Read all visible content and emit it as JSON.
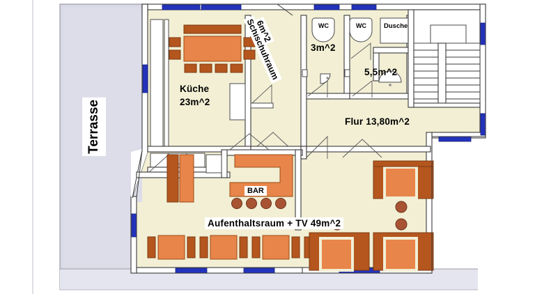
{
  "document": {
    "kind": "floor-plan",
    "language": "de",
    "title": "Grundriss Erdgeschoss"
  },
  "palette": {
    "paper": "#ffffff",
    "terrace_fill": "#d9dae6",
    "room_fill": "#f2efd5",
    "wall_stroke": "#3a3a3a",
    "wall_fill": "#ffffff",
    "window_blue": "#2433bc",
    "furniture_orange": "#e8854a",
    "furniture_dark": "#b4561e",
    "stool_brown": "#a85434",
    "stair_line": "#3a3a3a",
    "label_box": "#ffffff",
    "text": "#000000"
  },
  "rooms": [
    {
      "id": "terrasse",
      "name": "Terrasse",
      "area": "",
      "label": "Terrasse",
      "orientation": "vertical"
    },
    {
      "id": "kueche",
      "name": "Küche",
      "area": "23m^2",
      "label_line1": "Küche",
      "label_line2": "23m^2"
    },
    {
      "id": "schischuhraum",
      "name": "Schischuhraum",
      "area": "6m^2",
      "label_line1": "Schischuhraum",
      "label_line2": "6m^2",
      "orientation": "diagonal"
    },
    {
      "id": "wc1",
      "name": "WC",
      "area": "3m^2",
      "label": "3m^2"
    },
    {
      "id": "bad",
      "name": "Dusche",
      "area": "5,5m^2",
      "label": "5,5m^2"
    },
    {
      "id": "flur",
      "name": "Flur",
      "area": "13,80m^2",
      "label": "Flur  13,80m^2"
    },
    {
      "id": "aufenthaltsraum",
      "name": "Aufenthaltsraum + TV",
      "area": "49m^2",
      "label": "Aufenthaltsraum  +  TV  49m^2"
    }
  ],
  "labels": {
    "terrasse": "Terrasse",
    "kueche_name": "Küche",
    "kueche_area": "23m^2",
    "schischuhraum_name": "Schischuhraum",
    "schischuhraum_area": "6m^2",
    "wc_left": "WC",
    "wc_right": "WC",
    "wc_left_area": "3m^2",
    "dusche": "Dusche",
    "bad_area": "5,5m^2",
    "flur": "Flur  13,80m^2",
    "aufenthaltsraum": "Aufenthaltsraum  +  TV  49m^2",
    "bar": "BAR"
  },
  "fixtures": {
    "wc_count": 2,
    "shower_label": "Dusche",
    "bar_label": "BAR",
    "bar_stools": 4,
    "staircase_steps": 9,
    "windows_blue_count": 12,
    "dining_tables_bottom": 4,
    "lounge_seating_groups": 3
  }
}
